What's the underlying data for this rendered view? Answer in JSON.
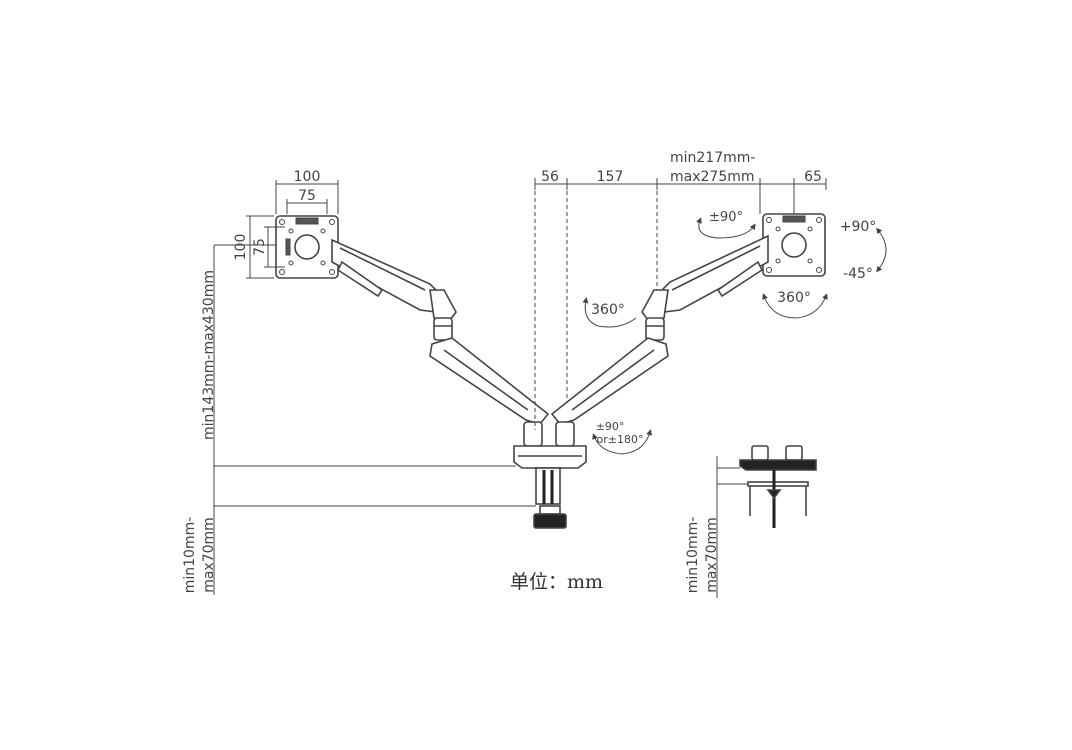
{
  "vesa": {
    "left_width_outer": "100",
    "left_width_inner": "75",
    "left_height_outer": "100",
    "left_height_inner": "75"
  },
  "dimensions": {
    "offset_56": "56",
    "offset_157": "157",
    "reach_line1": "min217mm-",
    "reach_line2": "max275mm",
    "offset_65": "65",
    "pole_height": "min143mm-max430mm",
    "left_clamp_line1": "min10mm-",
    "left_clamp_line2": "max70mm",
    "right_clamp_line1": "min10mm-",
    "right_clamp_line2": "max70mm"
  },
  "rotations": {
    "swivel_left": "360°",
    "swivel_right": "360°",
    "rotate_head": "±90°",
    "tilt_up": "+90°",
    "tilt_down": "-45°",
    "base_line1": "±90°",
    "base_line2": "or±180°"
  },
  "unit_label": "单位：mm"
}
